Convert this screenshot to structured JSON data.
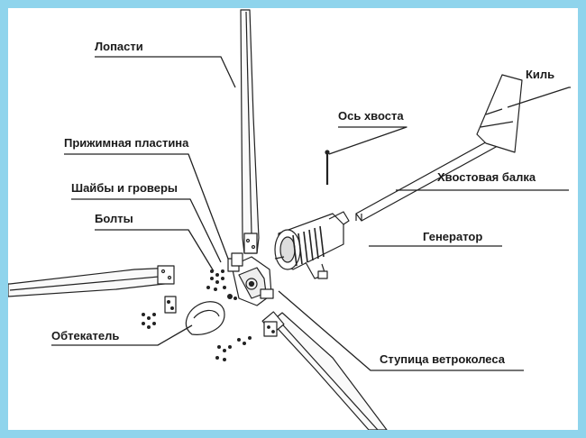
{
  "labels": {
    "blades": "Лопасти",
    "clamp_plate": "Прижимная пластина",
    "washers": "Шайбы и гроверы",
    "bolts": "Болты",
    "nose_cone": "Обтекатель",
    "tail_axis": "Ось хвоста",
    "fin": "Киль",
    "tail_boom": "Хвостовая балка",
    "generator": "Генератор",
    "hub": "Ступица ветроколеса"
  },
  "colors": {
    "border": "#8fd4ec",
    "background": "#ffffff",
    "line": "#222222"
  }
}
